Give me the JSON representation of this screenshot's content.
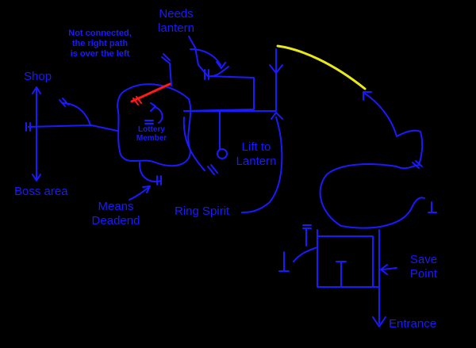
{
  "labels": {
    "shop": "Shop",
    "boss_area": "Boss area",
    "needs_lantern": [
      "Needs",
      "lantern"
    ],
    "not_connected": [
      "Not connected,",
      "the right path",
      "is over the left"
    ],
    "lottery_member": [
      "Lottery",
      "Member"
    ],
    "lift_to_lantern": [
      "Lift to",
      "Lantern"
    ],
    "means_deadend": [
      "Means",
      "Deadend"
    ],
    "ring_spirit": "Ring Spirit",
    "save_point": [
      "Save",
      "Point"
    ],
    "entrance": "Entrance"
  },
  "colors": {
    "background": "#000000",
    "path": "#1a1aff",
    "blocked_connection": "#ff1a1a",
    "lift_route": "#e8e81a"
  }
}
